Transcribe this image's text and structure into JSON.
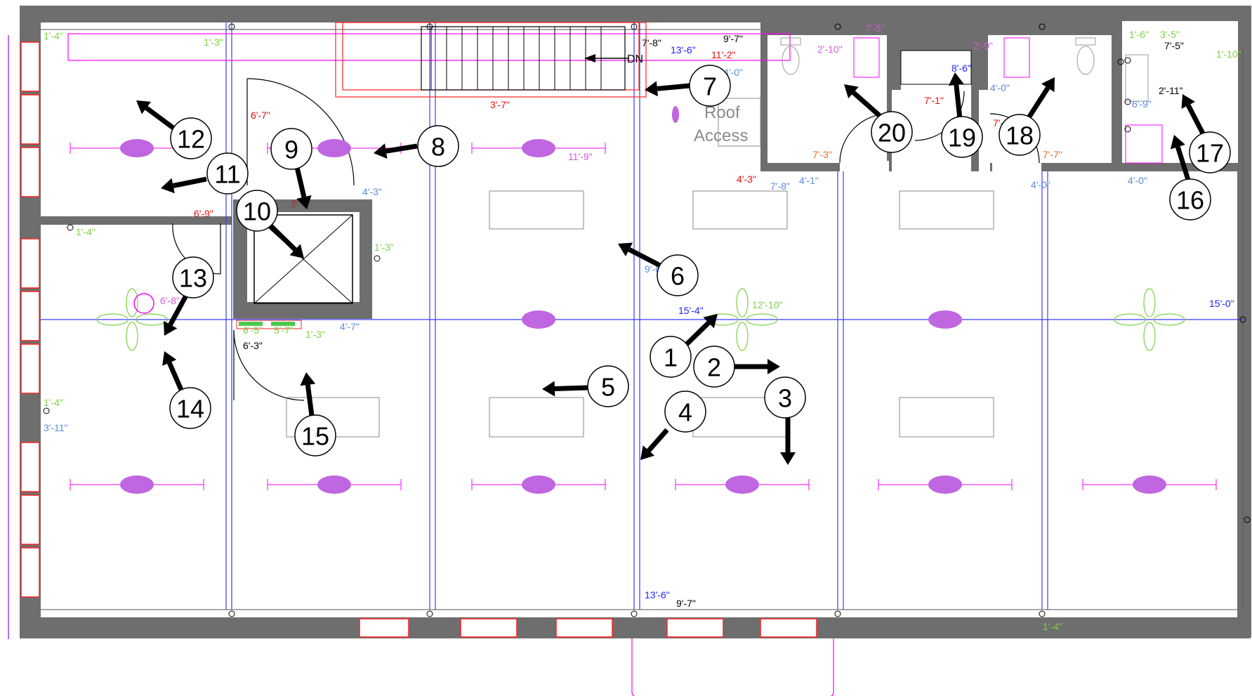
{
  "labels": {
    "dn": "DN",
    "roof_line1": "Roof",
    "roof_line2": "Access"
  },
  "colors": {
    "wall": "#6e6e6e",
    "magenta": "#ff00ff",
    "blue_line": "#3b3bff",
    "red_line": "#ff2020",
    "green_text": "#7bd144",
    "blue_text": "#2323ff",
    "light_blue_text": "#5b8be0",
    "red_text": "#e01010",
    "orange_text": "#e0702a",
    "pink_text": "#d05ad8",
    "fixture": "#c066e0",
    "marker": "#000000"
  },
  "markers": [
    {
      "num": "1"
    },
    {
      "num": "2"
    },
    {
      "num": "3"
    },
    {
      "num": "4"
    },
    {
      "num": "5"
    },
    {
      "num": "6"
    },
    {
      "num": "7"
    },
    {
      "num": "8"
    },
    {
      "num": "9"
    },
    {
      "num": "10"
    },
    {
      "num": "11"
    },
    {
      "num": "12"
    },
    {
      "num": "13"
    },
    {
      "num": "14"
    },
    {
      "num": "15"
    },
    {
      "num": "16"
    },
    {
      "num": "17"
    },
    {
      "num": "18"
    },
    {
      "num": "19"
    },
    {
      "num": "20"
    }
  ],
  "dimensions": [
    {
      "text": "1'-4\"",
      "color": "green"
    },
    {
      "text": "1'-3\"",
      "color": "green"
    },
    {
      "text": "7'-8\"",
      "color": "black"
    },
    {
      "text": "13'-6\"",
      "color": "blue"
    },
    {
      "text": "9'-7\"",
      "color": "black"
    },
    {
      "text": "11'-2\"",
      "color": "red"
    },
    {
      "text": "4'-0\"",
      "color": "lightblue"
    },
    {
      "text": "3'-7\"",
      "color": "red"
    },
    {
      "text": "7'-7\"",
      "color": "lightblue"
    },
    {
      "text": "7'-5\"",
      "color": "pink"
    },
    {
      "text": "2'-10\"",
      "color": "pink"
    },
    {
      "text": "2'-9\"",
      "color": "pink"
    },
    {
      "text": "8'-6\"",
      "color": "blue"
    },
    {
      "text": "4'-0\"",
      "color": "lightblue"
    },
    {
      "text": "7'-1\"",
      "color": "red"
    },
    {
      "text": "7'-1\"",
      "color": "red"
    },
    {
      "text": "1'-6\"",
      "color": "green"
    },
    {
      "text": "3'-5\"",
      "color": "green"
    },
    {
      "text": "7'-5\"",
      "color": "black"
    },
    {
      "text": "1'-10\"",
      "color": "green"
    },
    {
      "text": "6'-9\"",
      "color": "lightblue"
    },
    {
      "text": "2'-11\"",
      "color": "black"
    },
    {
      "text": "7'-3\"",
      "color": "orange"
    },
    {
      "text": "7'-7\"",
      "color": "orange"
    },
    {
      "text": "4'-3\"",
      "color": "red"
    },
    {
      "text": "7'-8\"",
      "color": "lightblue"
    },
    {
      "text": "4'-1\"",
      "color": "lightblue"
    },
    {
      "text": "4'-0\"",
      "color": "lightblue"
    },
    {
      "text": "6'-7\"",
      "color": "red"
    },
    {
      "text": "11'-9\"",
      "color": "pink"
    },
    {
      "text": "4'-3\"",
      "color": "lightblue"
    },
    {
      "text": "6'-9\"",
      "color": "red"
    },
    {
      "text": "7'",
      "color": "red"
    },
    {
      "text": "1'-4\"",
      "color": "green"
    },
    {
      "text": "1'-3\"",
      "color": "green"
    },
    {
      "text": "9'-6\"",
      "color": "lightblue"
    },
    {
      "text": "6'-8\"",
      "color": "pink"
    },
    {
      "text": "15'-4\"",
      "color": "blue"
    },
    {
      "text": "12'-10\"",
      "color": "green"
    },
    {
      "text": "15'-0\"",
      "color": "blue"
    },
    {
      "text": "4'-7\"",
      "color": "lightblue"
    },
    {
      "text": "6'-3\"",
      "color": "black"
    },
    {
      "text": "1'-3\"",
      "color": "green"
    },
    {
      "text": "1'-4\"",
      "color": "green"
    },
    {
      "text": "3'-11\"",
      "color": "lightblue"
    },
    {
      "text": "13'-6\"",
      "color": "blue"
    },
    {
      "text": "9'-7\"",
      "color": "black"
    },
    {
      "text": "1'-4\"",
      "color": "green"
    },
    {
      "text": "4'-0\"",
      "color": "lightblue"
    },
    {
      "text": "6'-5\"",
      "color": "green"
    },
    {
      "text": "5'-7\"",
      "color": "green"
    }
  ]
}
